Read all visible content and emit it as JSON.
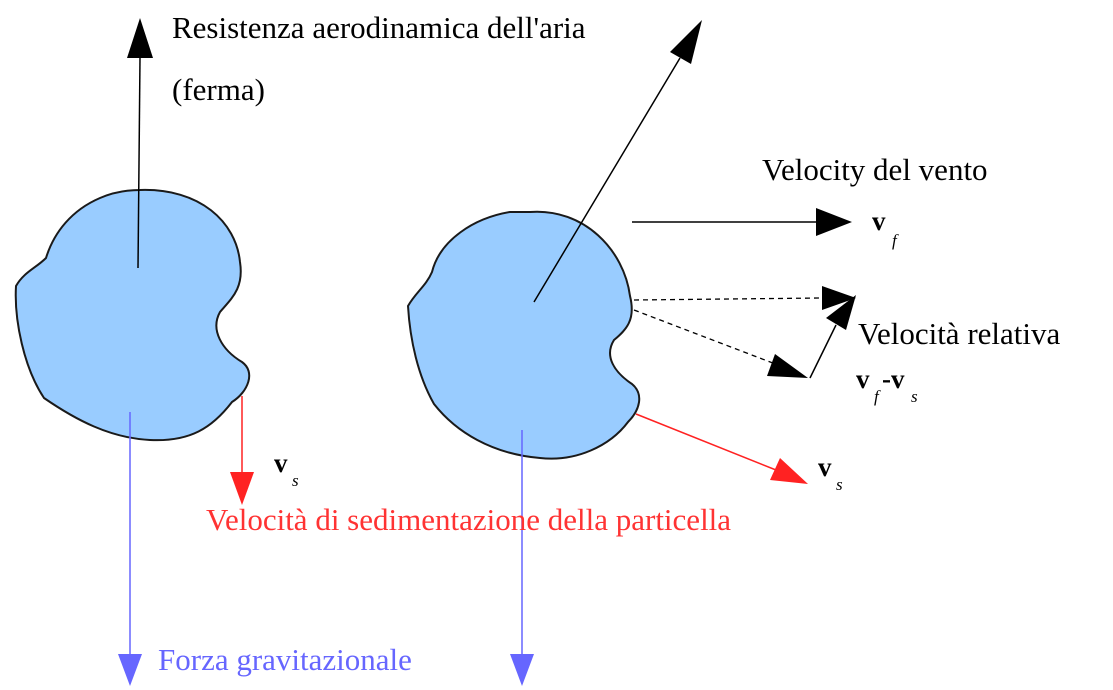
{
  "labels": {
    "air_resistance": "Resistenza aerodinamica dell'aria",
    "air_still": "(ferma)",
    "wind_velocity": "Velocity del vento",
    "relative_velocity": "Velocità relativa",
    "settling_velocity": "Velocità di sedimentazione della particella",
    "gravity_force": "Forza gravitazionale"
  },
  "symbols": {
    "v": "v",
    "sub_f": "f",
    "sub_s": "s",
    "minus": "-"
  },
  "colors": {
    "particle_fill": "#99ccff",
    "outline": "#1a1a1a",
    "settling_arrow": "#ff2222",
    "gravity_arrow": "#6666ff",
    "force_arrow": "#000000"
  }
}
